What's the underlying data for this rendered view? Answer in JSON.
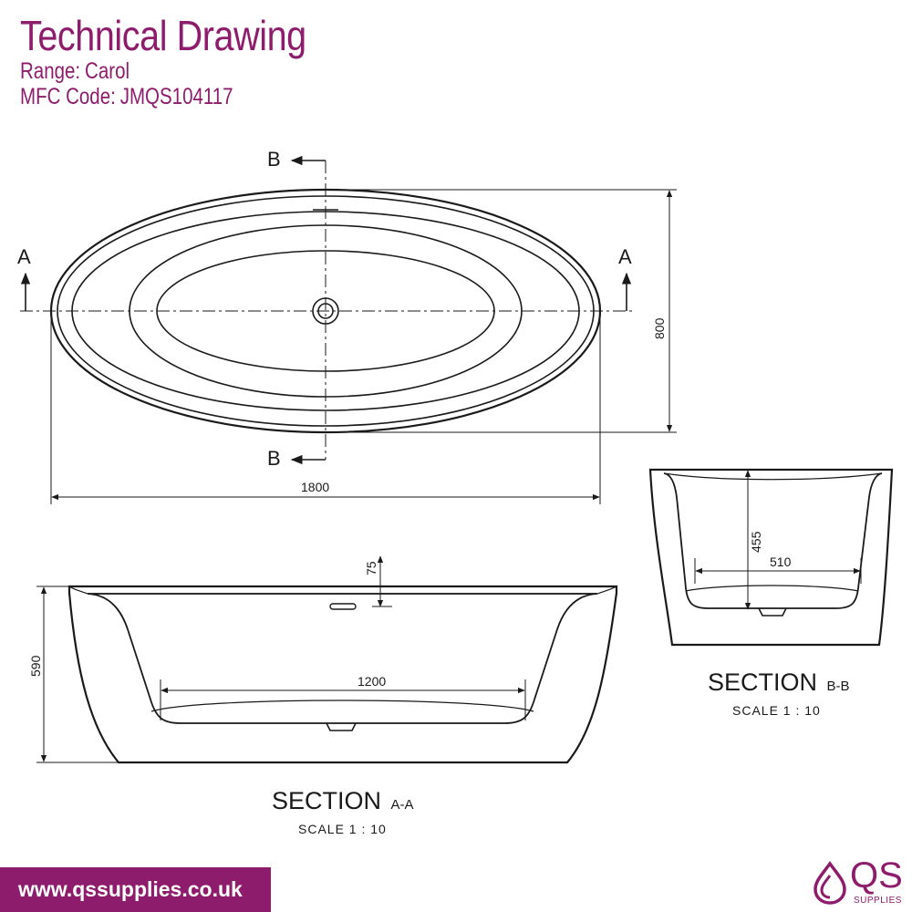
{
  "header": {
    "title": "Technical Drawing",
    "range_label": "Range:",
    "range_value": "Carol",
    "mfc_label": "MFC Code:",
    "mfc_value": "JMQS104117"
  },
  "plan": {
    "marker_a_left": "A",
    "marker_a_right": "A",
    "marker_b_top": "B",
    "marker_b_bottom": "B",
    "width_dim": "1800",
    "depth_dim": "800"
  },
  "section_aa": {
    "title": "SECTION",
    "suffix": "A-A",
    "scale": "SCALE 1 : 10",
    "height_dim": "590",
    "rim_dim": "75",
    "inner_length_dim": "1200"
  },
  "section_bb": {
    "title": "SECTION",
    "suffix": "B-B",
    "scale": "SCALE 1 : 10",
    "height_dim": "455",
    "inner_width_dim": "510"
  },
  "footer": {
    "url": "www.qssupplies.co.uk"
  },
  "logo": {
    "mark": "QS",
    "sub": "SUPPLIES"
  },
  "colors": {
    "brand": "#8e1c6c",
    "line": "#1a1a1a"
  }
}
